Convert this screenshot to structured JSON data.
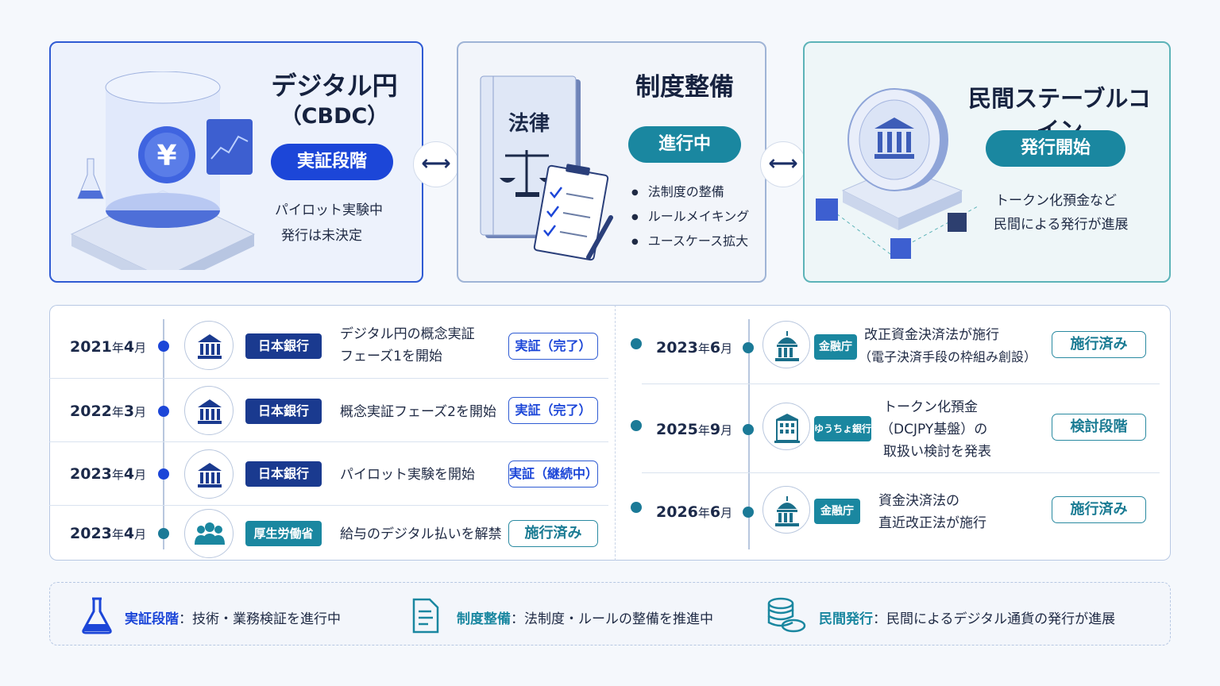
{
  "cards": {
    "cbdc": {
      "title_line1": "デジタル円",
      "title_line2": "（CBDC）",
      "status": "実証段階",
      "desc_line1": "パイロット実験中",
      "desc_line2": "発行は未決定",
      "icon": "yen-coin-icon"
    },
    "regulation": {
      "title": "制度整備",
      "status": "進行中",
      "book_label": "法律",
      "bullets": [
        "法制度の整備",
        "ルールメイキング",
        "ユースケース拡大"
      ]
    },
    "stablecoin": {
      "title": "民間ステーブルコイン",
      "status": "発行開始",
      "desc_line1": "トークン化預金など",
      "desc_line2": "民間による発行が進展"
    }
  },
  "arrows": [
    "⟷",
    "⟷"
  ],
  "timeline_left": [
    {
      "year": "2021",
      "month": "4",
      "org": "日本銀行",
      "desc": [
        "デジタル円の概念実証",
        "フェーズ1を開始"
      ],
      "status": "実証（完了）",
      "icon": "bank-icon"
    },
    {
      "year": "2022",
      "month": "3",
      "org": "日本銀行",
      "desc": [
        "概念実証フェーズ2を開始"
      ],
      "status": "実証（完了）",
      "icon": "bank-icon"
    },
    {
      "year": "2023",
      "month": "4",
      "org": "日本銀行",
      "desc": [
        "パイロット実験を開始"
      ],
      "status": "実証（継続中）",
      "icon": "bank-icon"
    },
    {
      "year": "2023",
      "month": "4",
      "org": "厚生労働省",
      "desc": [
        "給与のデジタル払いを解禁"
      ],
      "status": "施行済み",
      "icon": "people-icon"
    }
  ],
  "timeline_right": [
    {
      "year": "2023",
      "month": "6",
      "org": "金融庁",
      "desc": [
        "改正資金決済法が施行",
        "（電子決済手段の枠組み創設）"
      ],
      "status": "施行済み",
      "icon": "government-building-icon"
    },
    {
      "year": "2025",
      "month": "9",
      "org": "ゆうちょ銀行",
      "desc": [
        "トークン化預金",
        "（DCJPY基盤）の",
        "取扱い検討を発表"
      ],
      "status": "検討段階",
      "icon": "office-building-icon"
    },
    {
      "year": "2026",
      "month": "6",
      "org": "金融庁",
      "desc": [
        "資金決済法の",
        "直近改正法が施行"
      ],
      "status": "施行済み",
      "icon": "government-building-icon"
    }
  ],
  "date_units": {
    "year": "年",
    "month": "月"
  },
  "legend": [
    {
      "key": "実証段階",
      "text": "：技術・業務検証を進行中",
      "icon": "flask-icon"
    },
    {
      "key": "制度整備",
      "text": "：法制度・ルールの整備を推進中",
      "icon": "document-icon"
    },
    {
      "key": "民間発行",
      "text": "：民間によるデジタル通貨の発行が進展",
      "icon": "coins-icon"
    }
  ],
  "colors": {
    "primary_blue": "#1c46d8",
    "navy": "#1a3a8f",
    "teal": "#1a87a0"
  }
}
